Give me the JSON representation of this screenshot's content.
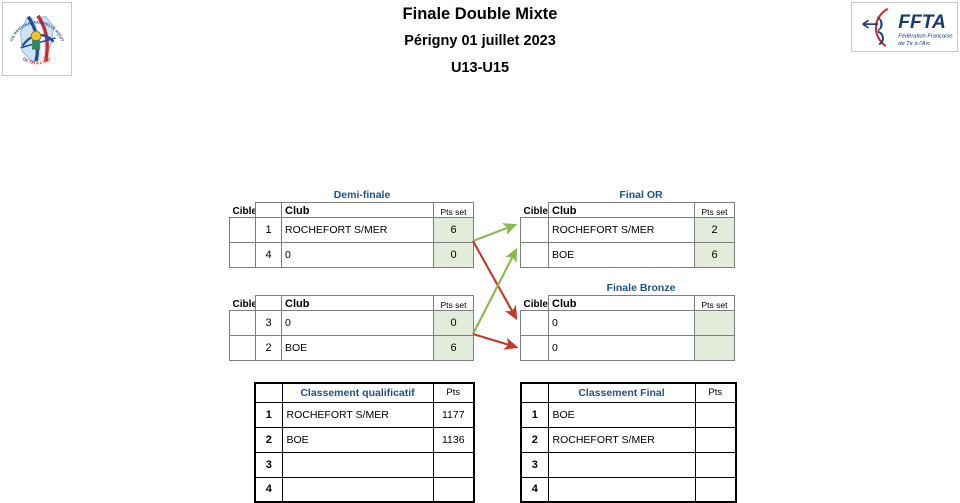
{
  "header": {
    "title_line1": "Finale Double Mixte",
    "title_line2": "Périgny 01 juillet 2023",
    "title_line3": "U13-U15",
    "logo_left_name": "comite-regional-nouvelle-aquitaine-tir-a-l-arc-logo",
    "logo_left_text_top": "COMITE REGIONAL NOUVELLE-AQUITAINE",
    "logo_left_text_bottom": "DE TIR A L'ARC",
    "logo_right_name": "ffta-logo",
    "logo_right_title": "FFTA",
    "logo_right_sub1": "Fédération Française",
    "logo_right_sub2": "de Tir à l'Arc"
  },
  "colors": {
    "caption_blue": "#1f5289",
    "pts_green_fill": "#e3ebda",
    "arrow_green": "#8cb74f",
    "arrow_red": "#c0392b",
    "grid_gray": "#7f7f7f"
  },
  "captions": {
    "demi_finale": "Demi-finale",
    "final_or": "Final OR",
    "finale_bronze": "Finale Bronze"
  },
  "column_headers": {
    "cible": "Cible",
    "club": "Club",
    "pts_set": "Pts set",
    "pts": "Pts"
  },
  "demi_finale_1": {
    "rows": [
      {
        "cible": "",
        "rank": "1",
        "club": "ROCHEFORT S/MER",
        "pts_set": "6"
      },
      {
        "cible": "",
        "rank": "4",
        "club": "0",
        "pts_set": "0"
      }
    ]
  },
  "demi_finale_2": {
    "rows": [
      {
        "cible": "",
        "rank": "3",
        "club": "0",
        "pts_set": "0"
      },
      {
        "cible": "",
        "rank": "2",
        "club": "BOE",
        "pts_set": "6"
      }
    ]
  },
  "final_or": {
    "rows": [
      {
        "cible": "",
        "club": "ROCHEFORT S/MER",
        "pts_set": "2"
      },
      {
        "cible": "",
        "club": "BOE",
        "pts_set": "6"
      }
    ]
  },
  "finale_bronze": {
    "rows": [
      {
        "cible": "",
        "club": "0",
        "pts_set": ""
      },
      {
        "cible": "",
        "club": "0",
        "pts_set": ""
      }
    ]
  },
  "classement_qualificatif": {
    "title": "Classement qualificatif",
    "pts_header": "Pts",
    "rows": [
      {
        "rank": "1",
        "club": "ROCHEFORT S/MER",
        "pts": "1177"
      },
      {
        "rank": "2",
        "club": "BOE",
        "pts": "1136"
      },
      {
        "rank": "3",
        "club": "",
        "pts": ""
      },
      {
        "rank": "4",
        "club": "",
        "pts": ""
      }
    ]
  },
  "classement_final": {
    "title": "Classement Final",
    "pts_header": "Pts",
    "rows": [
      {
        "rank": "1",
        "club": "BOE",
        "pts": ""
      },
      {
        "rank": "2",
        "club": "ROCHEFORT S/MER",
        "pts": ""
      },
      {
        "rank": "3",
        "club": "",
        "pts": ""
      },
      {
        "rank": "4",
        "club": "",
        "pts": ""
      }
    ]
  },
  "arrows": [
    {
      "name": "arrow-sf1-winner-to-final",
      "color": "green"
    },
    {
      "name": "arrow-sf1-loser-to-bronze",
      "color": "red"
    },
    {
      "name": "arrow-sf2-winner-to-final",
      "color": "green"
    },
    {
      "name": "arrow-sf2-loser-to-bronze",
      "color": "red"
    }
  ]
}
